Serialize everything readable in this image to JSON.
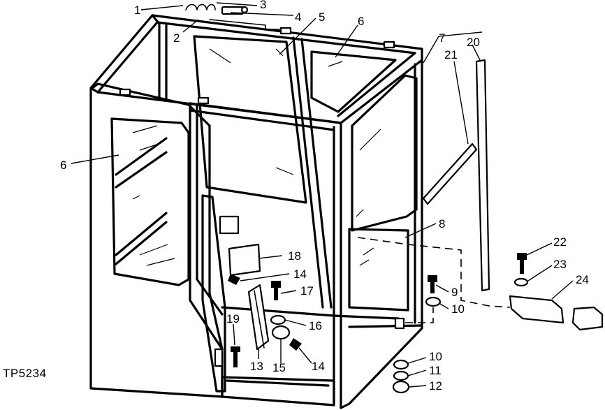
{
  "figure_id": "TP5234",
  "callouts": [
    {
      "id": "c1",
      "label": "1"
    },
    {
      "id": "c2",
      "label": "2"
    },
    {
      "id": "c3",
      "label": "3"
    },
    {
      "id": "c4",
      "label": "4"
    },
    {
      "id": "c5",
      "label": "5"
    },
    {
      "id": "c6a",
      "label": "6"
    },
    {
      "id": "c6b",
      "label": "6"
    },
    {
      "id": "c7",
      "label": "7"
    },
    {
      "id": "c8",
      "label": "8"
    },
    {
      "id": "c9",
      "label": "9"
    },
    {
      "id": "c10a",
      "label": "10"
    },
    {
      "id": "c10b",
      "label": "10"
    },
    {
      "id": "c11",
      "label": "11"
    },
    {
      "id": "c12",
      "label": "12"
    },
    {
      "id": "c13",
      "label": "13"
    },
    {
      "id": "c14a",
      "label": "14"
    },
    {
      "id": "c14b",
      "label": "14"
    },
    {
      "id": "c15",
      "label": "15"
    },
    {
      "id": "c16",
      "label": "16"
    },
    {
      "id": "c17",
      "label": "17"
    },
    {
      "id": "c18",
      "label": "18"
    },
    {
      "id": "c19",
      "label": "19"
    },
    {
      "id": "c20",
      "label": "20"
    },
    {
      "id": "c21",
      "label": "21"
    },
    {
      "id": "c22",
      "label": "22"
    },
    {
      "id": "c23",
      "label": "23"
    },
    {
      "id": "c24",
      "label": "24"
    }
  ]
}
